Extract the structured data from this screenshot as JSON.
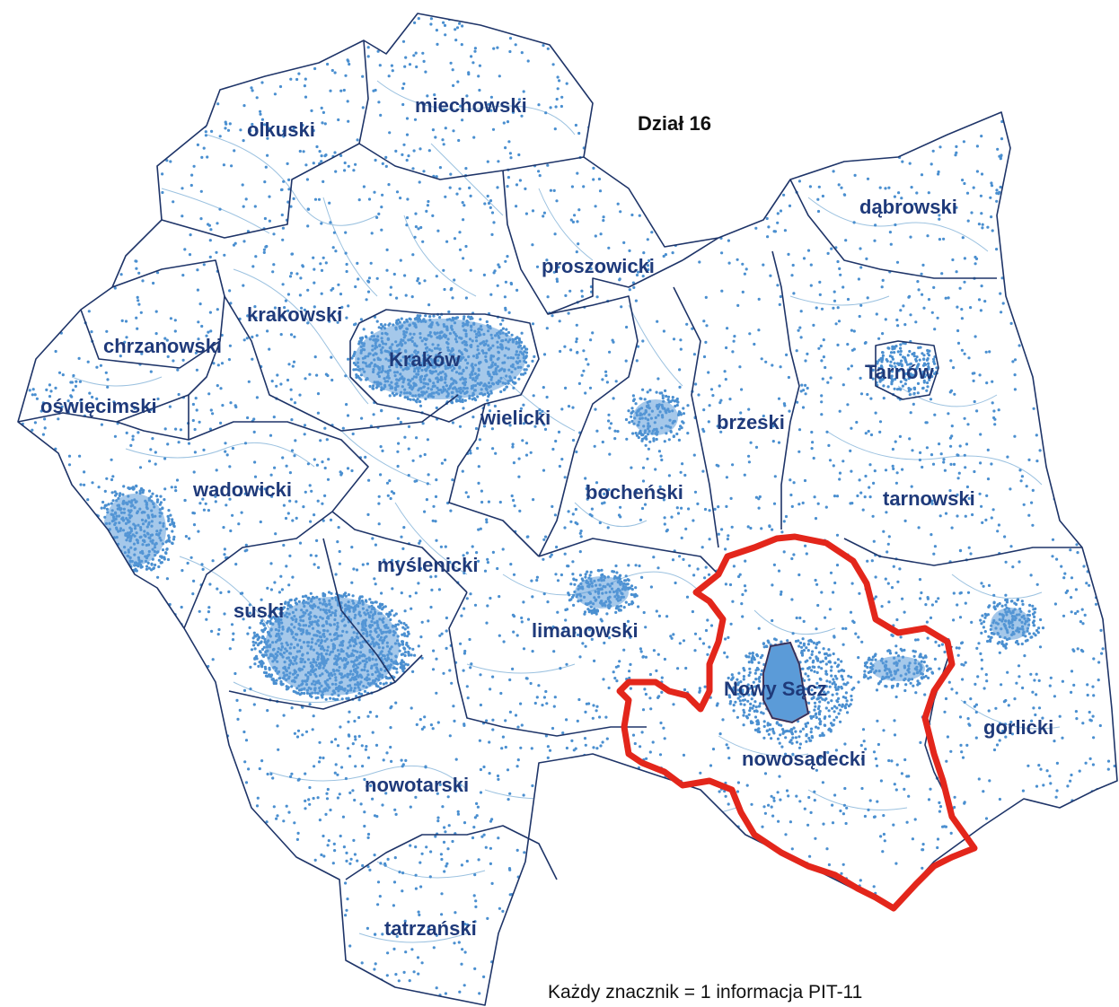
{
  "map": {
    "title": "Dział 16",
    "legend": "Każdy znacznik = 1 informacja PIT-11",
    "colors": {
      "dots": "#4a8fd0",
      "county_border": "#1e3468",
      "gmina_border": "#9cc2e0",
      "highlight": "#e3261b",
      "city_fill": "#5b9bd8",
      "label": "#1f3a7a"
    },
    "highlighted_county": "nowosądecki",
    "regions": [
      {
        "name": "olkuski"
      },
      {
        "name": "miechowski"
      },
      {
        "name": "dąbrowski"
      },
      {
        "name": "proszowicki"
      },
      {
        "name": "krakowski"
      },
      {
        "name": "chrzanowski"
      },
      {
        "name": "Kraków"
      },
      {
        "name": "Tarnów"
      },
      {
        "name": "oświęcimski"
      },
      {
        "name": "wielicki"
      },
      {
        "name": "brzeski"
      },
      {
        "name": "wadowicki"
      },
      {
        "name": "bocheński"
      },
      {
        "name": "tarnowski"
      },
      {
        "name": "myślenicki"
      },
      {
        "name": "suski"
      },
      {
        "name": "limanowski"
      },
      {
        "name": "Nowy Sącz"
      },
      {
        "name": "gorlicki"
      },
      {
        "name": "nowosądecki"
      },
      {
        "name": "nowotarski"
      },
      {
        "name": "tatrzański"
      }
    ]
  }
}
